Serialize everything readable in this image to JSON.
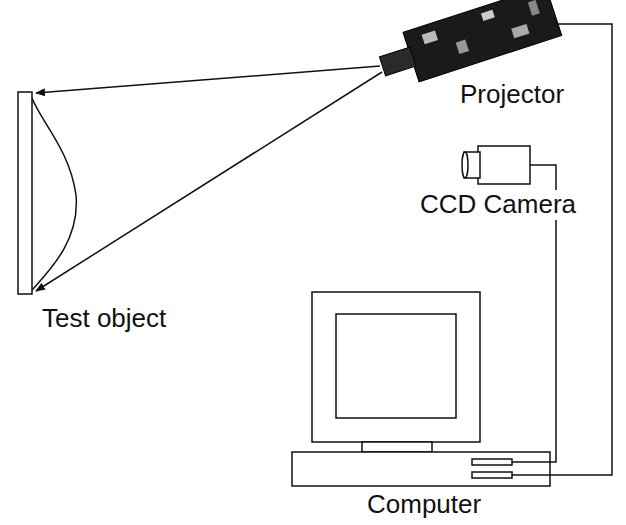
{
  "diagram": {
    "labels": [
      "Projector",
      "CCD Camera",
      "Test object",
      "Computer"
    ]
  }
}
